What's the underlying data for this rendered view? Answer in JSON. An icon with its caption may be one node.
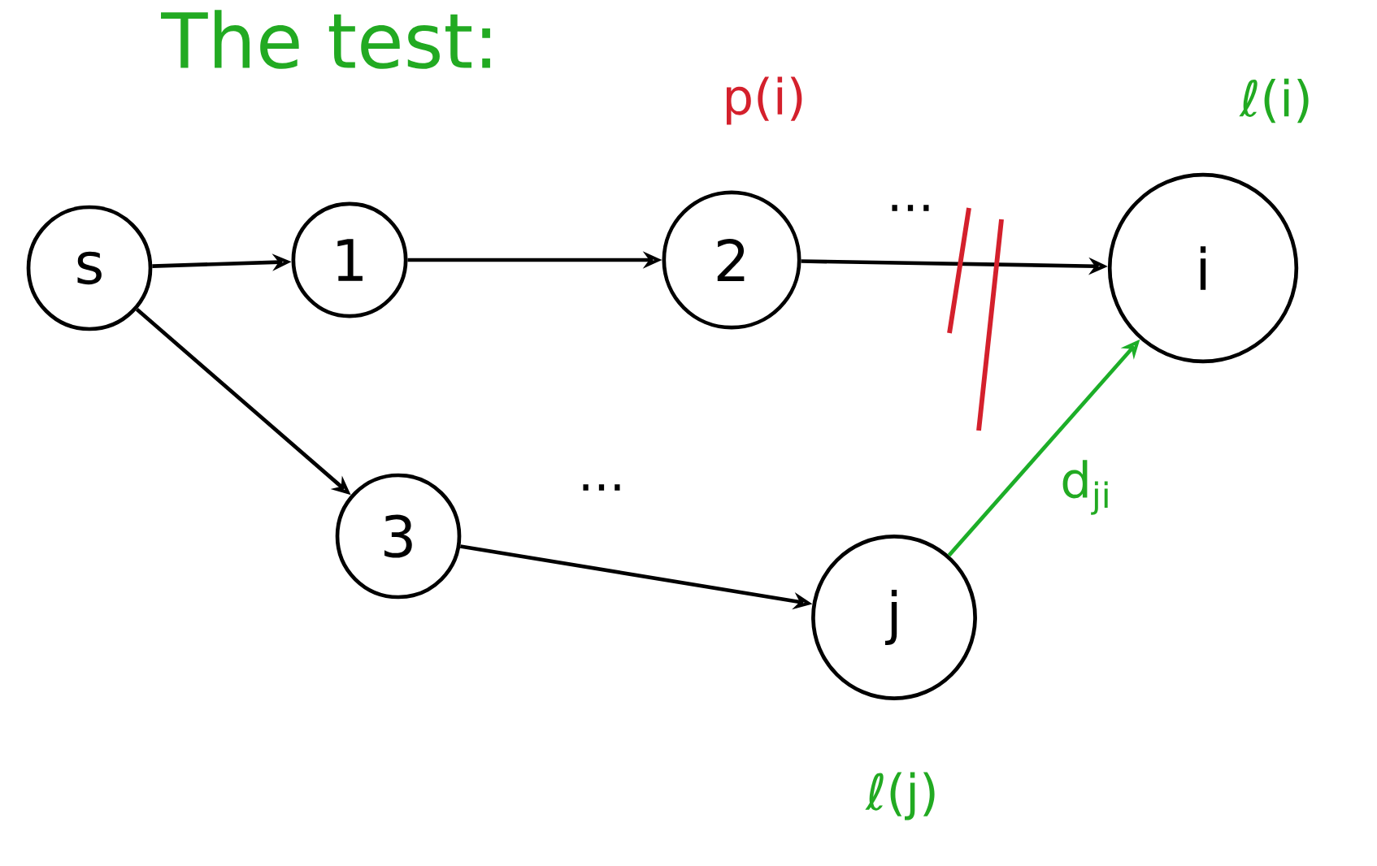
{
  "diagram": {
    "title": "The test:",
    "nodes": [
      {
        "text": [
          "s"
        ]
      },
      {
        "text": [
          "1"
        ]
      },
      {
        "text": [
          "2"
        ],
        "beside": [
          "p(i)"
        ]
      },
      {
        "text": [
          "i"
        ],
        "beside": [
          "ℓ(i)"
        ]
      },
      {
        "text": [
          "3"
        ]
      },
      {
        "text": [
          "j"
        ],
        "beside": [
          "ℓ(j)"
        ]
      }
    ],
    "edges": [
      {
        "from": 0,
        "to": 1,
        "arrow": "to"
      },
      {
        "from": 1,
        "to": 2,
        "arrow": "to"
      },
      {
        "from": 2,
        "to": 3,
        "arrow": "to",
        "label": "..."
      },
      {
        "from": 0,
        "to": 4,
        "arrow": "to"
      },
      {
        "from": 4,
        "to": 5,
        "arrow": "to",
        "label": "..."
      },
      {
        "from": 5,
        "to": 3,
        "arrow": "to",
        "label": "d$_{ji}$",
        "color": "#22aa22"
      }
    ]
  }
}
